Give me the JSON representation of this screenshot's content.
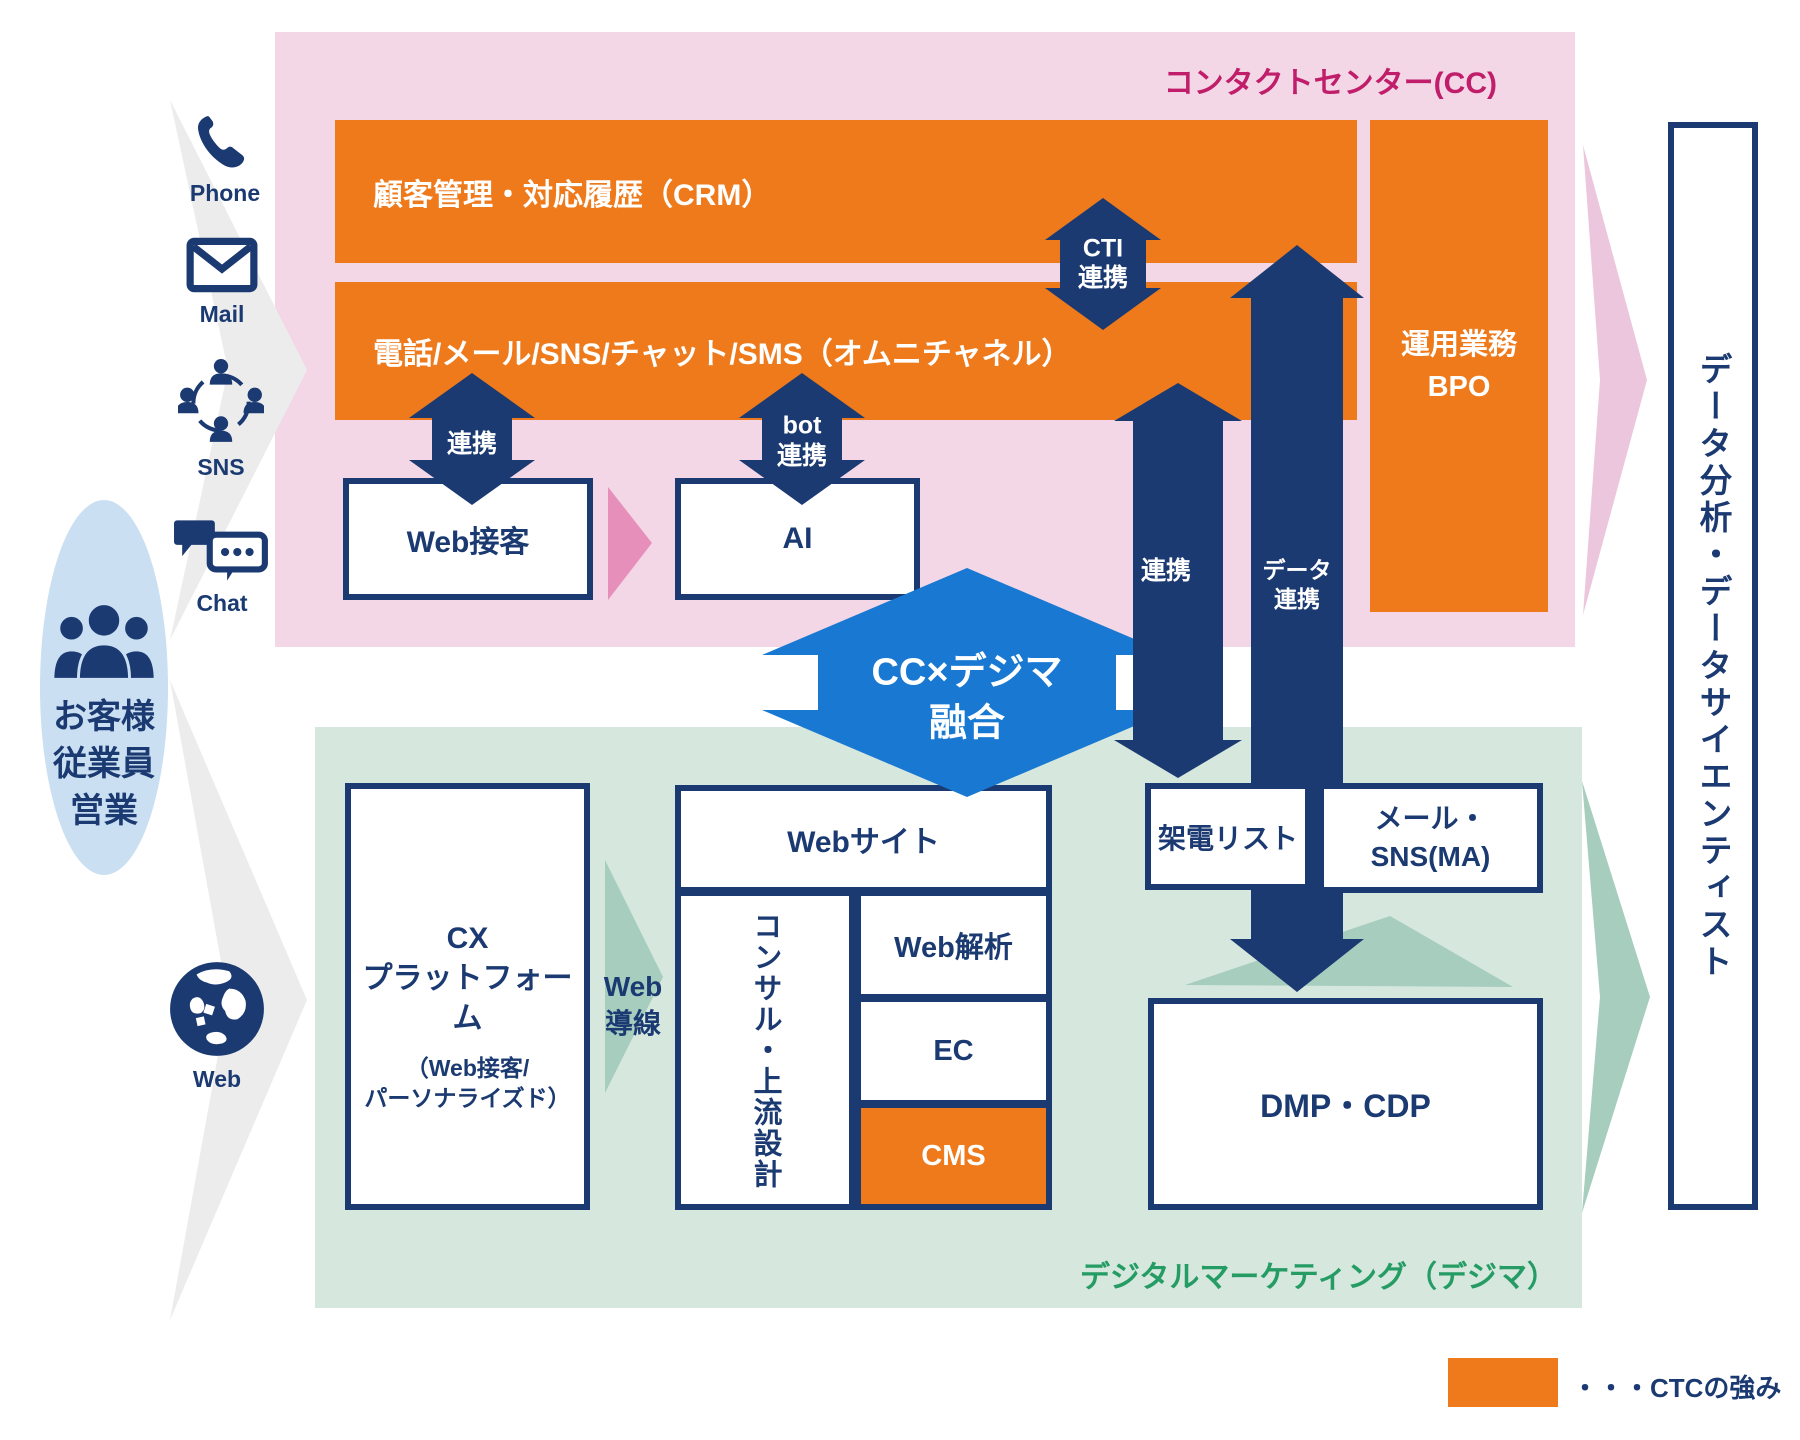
{
  "regions": {
    "contact_center": {
      "label": "コンタクトセンター(CC)",
      "color": "#C01D6B",
      "bg": "#F3D7E6"
    },
    "digital_marketing": {
      "label": "デジタルマーケティング（デジマ）",
      "color": "#259C63",
      "bg": "#D6E7DE"
    }
  },
  "channels": [
    {
      "id": "phone",
      "label": "Phone"
    },
    {
      "id": "mail",
      "label": "Mail"
    },
    {
      "id": "sns",
      "label": "SNS"
    },
    {
      "id": "chat",
      "label": "Chat"
    },
    {
      "id": "web",
      "label": "Web"
    }
  ],
  "actors": {
    "line1": "お客様",
    "line2": "従業員",
    "line3": "営業"
  },
  "cc": {
    "crm": "顧客管理・対応履歴（CRM）",
    "omni": "電話/メール/SNS/チャット/SMS（オムニチャネル）",
    "bpo_line1": "運用業務",
    "bpo_line2": "BPO",
    "web_sekkyaku": "Web接客",
    "ai": "AI"
  },
  "arrows": {
    "renkei_web": "連携",
    "bot_line1": "bot",
    "bot_line2": "連携",
    "cti_line1": "CTI",
    "cti_line2": "連携",
    "renkei_mid": "連携",
    "data_line1": "データ",
    "data_line2": "連携",
    "dousen_line1": "Web",
    "dousen_line2": "導線"
  },
  "fusion": {
    "line1": "CC×デジマ",
    "line2": "融合"
  },
  "dm": {
    "cx_line1": "CX",
    "cx_line2": "プラットフォーム",
    "cx_line3": "（Web接客/",
    "cx_line4": "パーソナライズド）",
    "website": "Webサイト",
    "consul": "コンサル・上流設計",
    "web_kaiseki": "Web解析",
    "ec": "EC",
    "cms": "CMS",
    "kaden": "架電リスト",
    "mail_sns_line1": "メール・",
    "mail_sns_line2": "SNS(MA)",
    "dmp": "DMP・CDP"
  },
  "right_panel": {
    "label": "データ分析・データサイエンティスト"
  },
  "legend": {
    "label": "・・・CTCの強み",
    "swatch_color": "#EE7A1C"
  },
  "colors": {
    "orange": "#EE7A1C",
    "navy": "#1B3A72",
    "pink_bg": "#F3D7E6",
    "magenta": "#C01D6B",
    "blue": "#1878D2",
    "light_blue": "#CADFF2",
    "green_bg": "#D6E7DE",
    "green_text": "#259C63",
    "green_arrow": "#A6CDBD",
    "gray_arrow": "#ECECEC",
    "pink_chevron": "#ECC6DC",
    "pink_small_arrow": "#E68FBA"
  }
}
